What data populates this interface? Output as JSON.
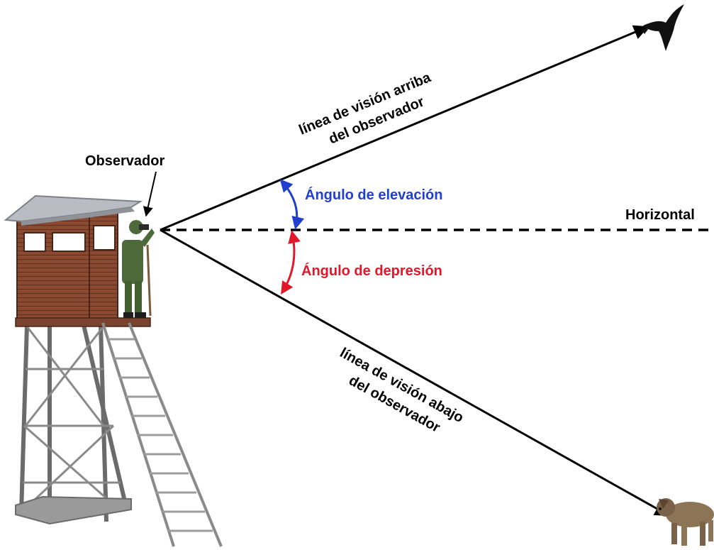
{
  "labels": {
    "observer": "Observador",
    "horizontal": "Horizontal",
    "upper_line_1": "línea de visión  arriba",
    "upper_line_2": "del observador",
    "lower_line_1": "línea de visión abajo",
    "lower_line_2": "del observador",
    "elevation_angle": "Ángulo de elevación",
    "depression_angle": "Ángulo de depresión"
  },
  "colors": {
    "elevation": "#1f3fd0",
    "depression": "#e0182a",
    "lines": "#000000"
  },
  "icons": {
    "tower": "watchtower-icon",
    "observer": "soldier-icon",
    "bird": "bird-icon",
    "dog": "dog-icon"
  }
}
